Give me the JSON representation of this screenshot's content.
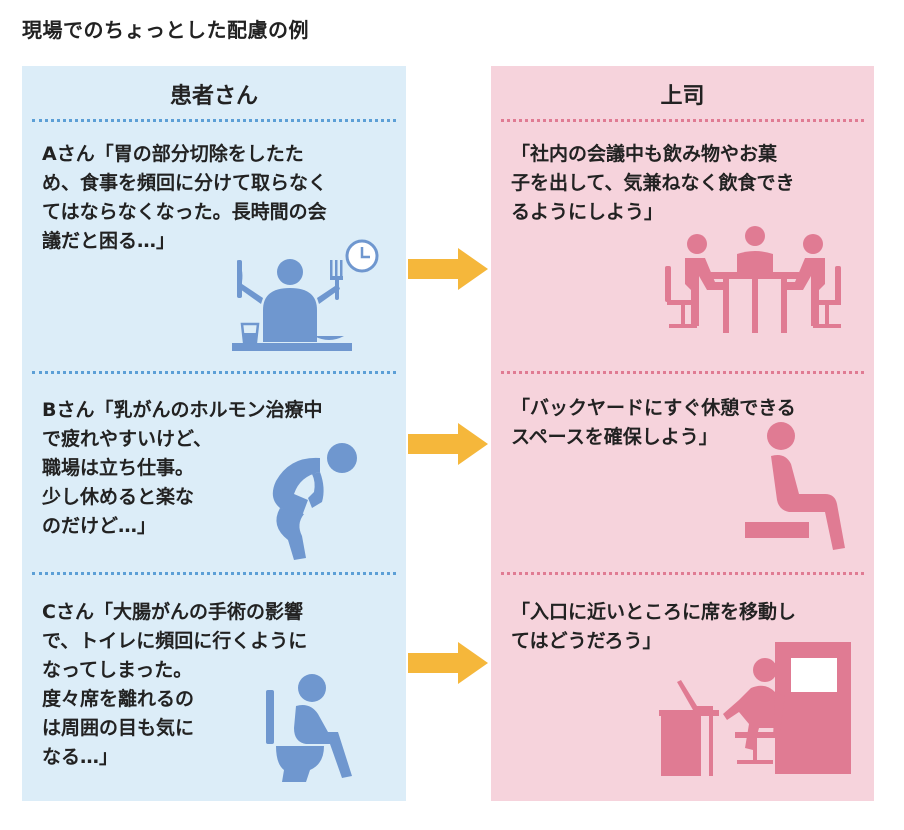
{
  "title": "現場でのちょっとした配慮の例",
  "left_header": "患者さん",
  "right_header": "上司",
  "colors": {
    "left_bg": "#dcedf8",
    "right_bg": "#f6d3dc",
    "blue_icon": "#6f97cf",
    "pink_icon": "#e07b93",
    "arrow": "#f5b73b"
  },
  "cases": [
    {
      "patient_lines": [
        "Aさん「胃の部分切除をしたた",
        "め、食事を頻回に分けて取らなく",
        "てはならなくなった。長時間の会",
        "議だと困る…」"
      ],
      "boss_lines": [
        "「社内の会議中も飲み物やお菓",
        "子を出して、気兼ねなく飲食でき",
        "るようにしよう」"
      ],
      "patient_icon": "person-eating-clock-icon",
      "boss_icon": "meeting-table-icon"
    },
    {
      "patient_lines": [
        "Bさん「乳がんのホルモン治療中",
        "で疲れやすいけど、",
        "職場は立ち仕事。",
        "少し休めると楽な",
        "のだけど…」"
      ],
      "boss_lines": [
        "「バックヤードにすぐ休憩できる",
        "スペースを確保しよう」"
      ],
      "patient_icon": "tired-standing-person-icon",
      "boss_icon": "seated-person-icon"
    },
    {
      "patient_lines": [
        "Cさん「大腸がんの手術の影響",
        "で、トイレに頻回に行くように",
        "なってしまった。",
        "度々席を離れるの",
        "は周囲の目も気に",
        "なる…」"
      ],
      "boss_lines": [
        "「入口に近いところに席を移動し",
        "てはどうだろう」"
      ],
      "patient_icon": "toilet-person-icon",
      "boss_icon": "desk-near-door-icon"
    }
  ]
}
